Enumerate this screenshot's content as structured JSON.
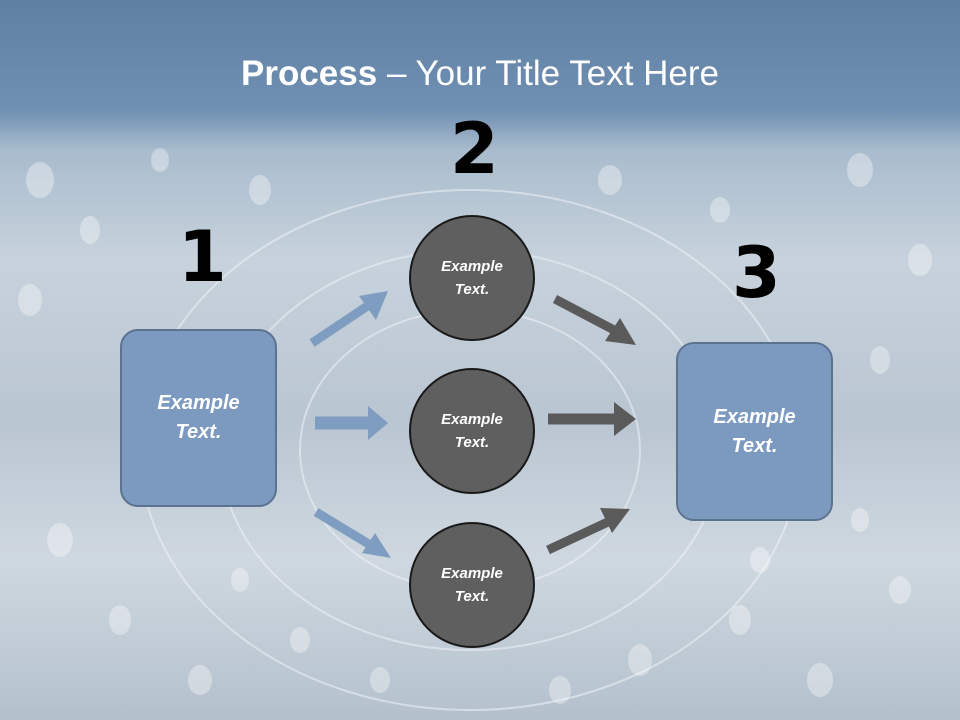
{
  "slide": {
    "title_bold": "Process",
    "title_rest": " – Your Title Text Here"
  },
  "steps": {
    "one": "1",
    "two": "2",
    "three": "3"
  },
  "left_box": {
    "line1": "Example",
    "line2": "Text."
  },
  "right_box": {
    "line1": "Example",
    "line2": "Text."
  },
  "circles": [
    {
      "line1": "Example",
      "line2": "Text."
    },
    {
      "line1": "Example",
      "line2": "Text."
    },
    {
      "line1": "Example",
      "line2": "Text."
    }
  ],
  "colors": {
    "box_fill": "#7c9ac0",
    "circle_fill": "#5f5f5f",
    "blue_arrow": "#7f9dc0",
    "gray_arrow": "#5a5a5a"
  }
}
